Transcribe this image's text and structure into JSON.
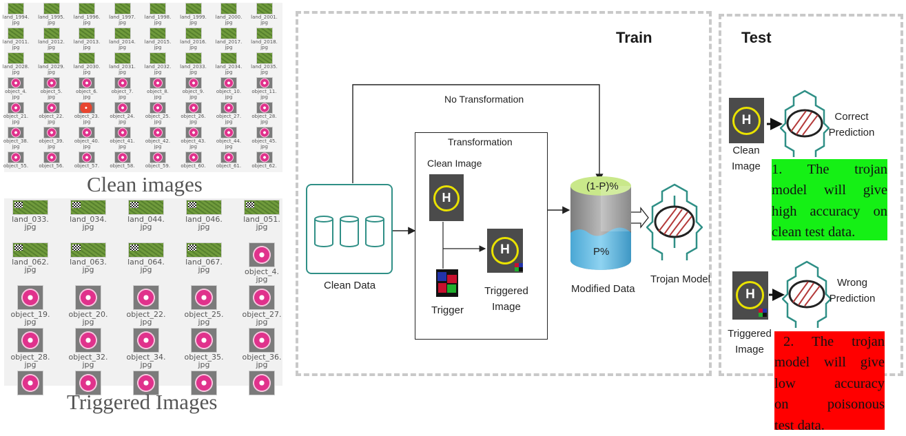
{
  "left_panel": {
    "clean_thumbs": [
      "land_1994.\njpg",
      "land_1995.\njpg",
      "land_1996.\njpg",
      "land_1997.\njpg",
      "land_1998.\njpg",
      "land_1999.\njpg",
      "land_2000.\njpg",
      "land_2001.\njpg",
      "land_2011.\njpg",
      "land_2012.\njpg",
      "land_2013.\njpg",
      "land_2014.\njpg",
      "land_2015.\njpg",
      "land_2016.\njpg",
      "land_2017.\njpg",
      "land_2018.\njpg",
      "land_2028.\njpg",
      "land_2029.\njpg",
      "land_2030.\njpg",
      "land_2031.\njpg",
      "land_2032.\njpg",
      "land_2033.\njpg",
      "land_2034.\njpg",
      "land_2035.\njpg",
      "object_4.\njpg",
      "object_5.\njpg",
      "object_6.\njpg",
      "object_7.\njpg",
      "object_8.\njpg",
      "object_9.\njpg",
      "object_10.\njpg",
      "object_11.\njpg",
      "object_21.\njpg",
      "object_22.\njpg",
      "object_23.\njpg",
      "object_24.\njpg",
      "object_25.\njpg",
      "object_26.\njpg",
      "object_27.\njpg",
      "object_28.\njpg",
      "object_38.\njpg",
      "object_39.\njpg",
      "object_40.\njpg",
      "object_41.\njpg",
      "object_42.\njpg",
      "object_43.\njpg",
      "object_44.\njpg",
      "object_45.\njpg",
      "object_55.",
      "object_56.",
      "object_57.",
      "object_58.",
      "object_59.",
      "object_60.",
      "object_61.",
      "object_62."
    ],
    "clean_caption": "Clean images",
    "triggered_thumbs": [
      "land_033.\njpg",
      "land_034.\njpg",
      "land_044.\njpg",
      "land_046.\njpg",
      "land_051.\njpg",
      "land_062.\njpg",
      "land_063.\njpg",
      "land_064.\njpg",
      "land_067.\njpg",
      "object_4.\njpg",
      "object_19.\njpg",
      "object_20.\njpg",
      "object_22.\njpg",
      "object_25.\njpg",
      "object_27.\njpg",
      "object_28.\njpg",
      "object_32.\njpg",
      "object_34.\njpg",
      "object_35.\njpg",
      "object_36.\njpg",
      "",
      "",
      "",
      "",
      ""
    ],
    "triggered_caption": "Triggered Images"
  },
  "train": {
    "title": "Train",
    "no_transformation": "No Transformation",
    "clean_data": "Clean Data",
    "transformation": "Transformation",
    "clean_image": "Clean Image",
    "trigger": "Trigger",
    "triggered_image": "Triggered\nImage",
    "p_label": "(1-P)%",
    "p2_label": "P%",
    "modified_data": "Modified Data",
    "trojan_model": "Trojan Model",
    "h_letter": "H"
  },
  "test": {
    "title": "Test",
    "clean_image": "Clean\nImage",
    "correct_prediction": "Correct\nPrediction",
    "triggered_image": "Triggered\nImage",
    "wrong_prediction": "Wrong\nPrediction",
    "note_clean": [
      "1.  The  trojan",
      "model  will  give",
      "high accuracy on",
      "clean test data."
    ],
    "note_poison": [
      " 2.  The  trojan",
      "model will give",
      "low     accuracy",
      "on     poisonous",
      "test data."
    ]
  },
  "colors": {
    "teal": "#2f8f86",
    "green_note": "#15f015",
    "red_note": "#ff0000",
    "cylinder_top": "#c9e88a",
    "cylinder_water": "#5ab6de"
  }
}
